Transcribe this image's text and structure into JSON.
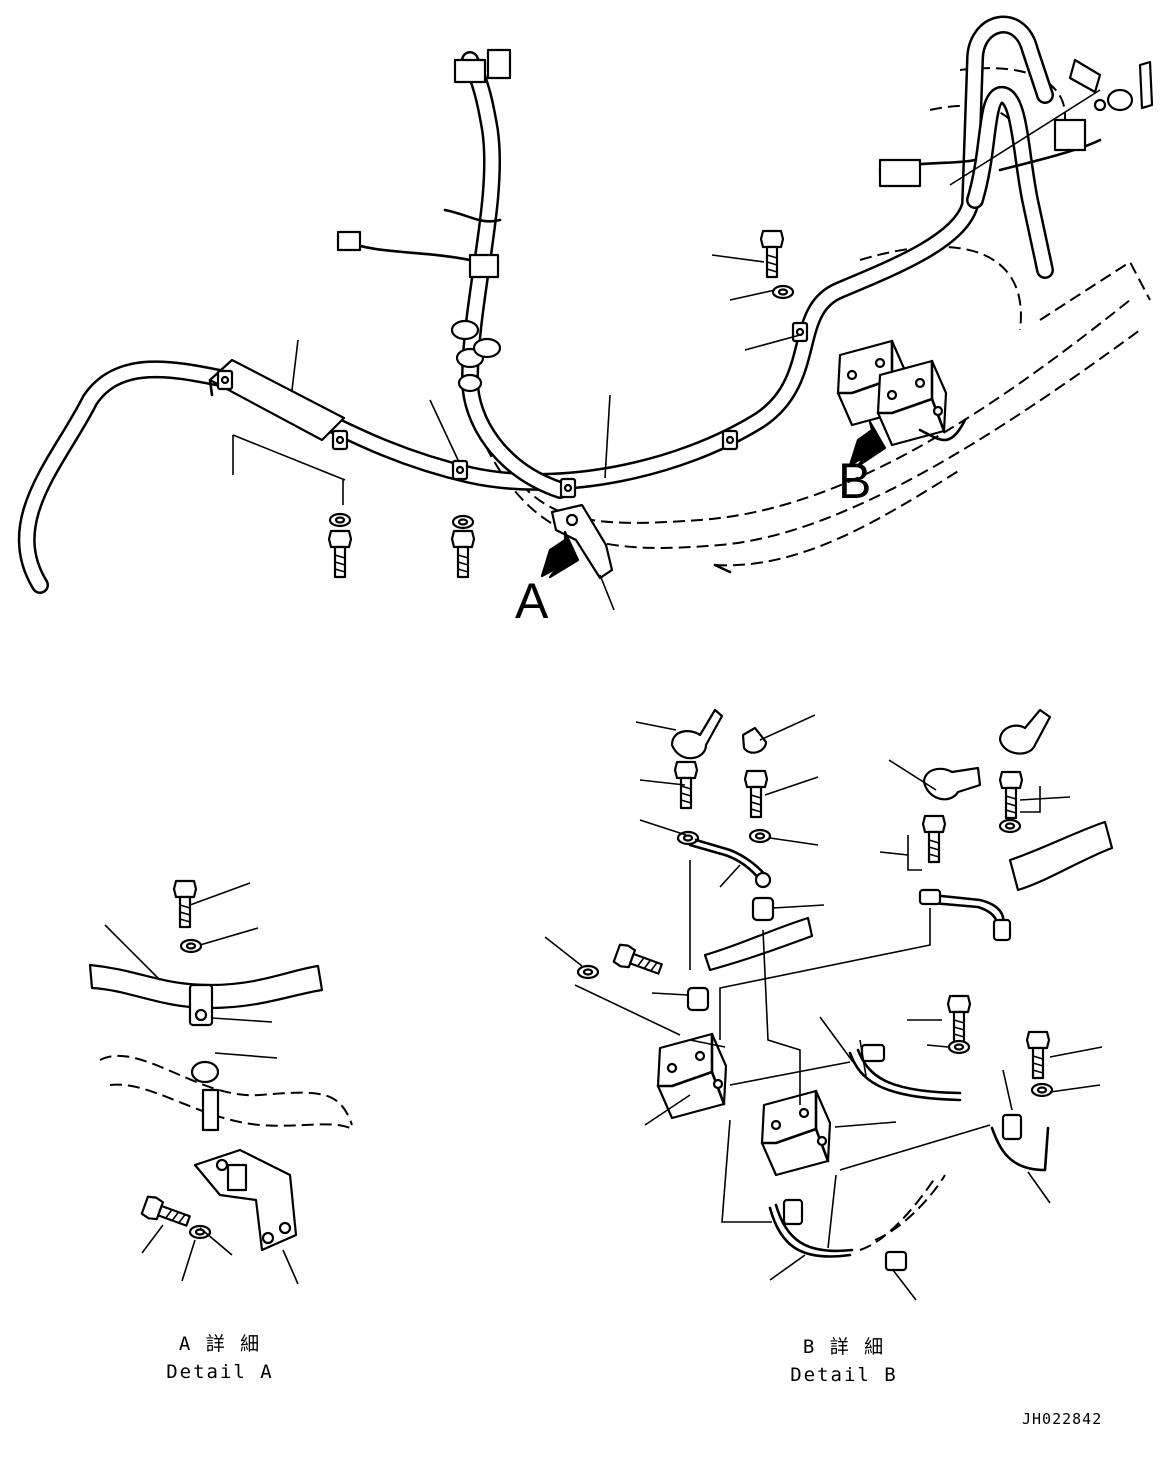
{
  "callouts": {
    "view_a": "A",
    "view_b": "B"
  },
  "detail_a": {
    "title_jp": "A 詳 細",
    "title_en": "Detail A"
  },
  "detail_b": {
    "title_jp": "B 詳 細",
    "title_en": "Detail B"
  },
  "drawing_number": "JH022842",
  "icons": [
    "view-arrow-icon",
    "bolt-icon",
    "washer-icon",
    "clamp-icon",
    "bracket-icon",
    "relay-icon",
    "boot-icon"
  ]
}
